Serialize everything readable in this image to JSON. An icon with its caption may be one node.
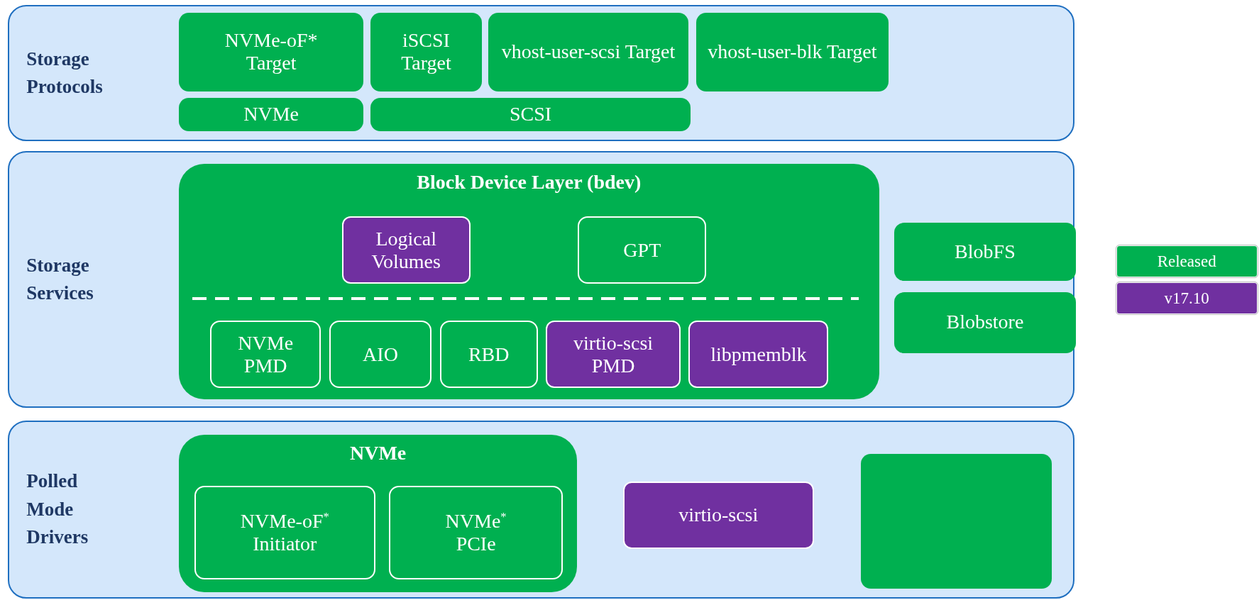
{
  "diagram": {
    "nodes": [
      {
        "text": [
          "Storage Protocols"
        ]
      },
      {
        "text": [
          "NVMe-oF* Target"
        ],
        "in": 0
      },
      {
        "text": [
          "iSCSI Target"
        ],
        "in": 0
      },
      {
        "text": [
          "vhost-user-scsi Target"
        ],
        "in": 0
      },
      {
        "text": [
          "vhost-user-blk Target"
        ],
        "in": 0
      },
      {
        "text": [
          "NVMe"
        ],
        "in": 0
      },
      {
        "text": [
          "SCSI"
        ],
        "in": 0
      },
      {
        "text": [
          "Storage Services"
        ]
      },
      {
        "text": [
          "Block Device Layer (bdev)"
        ],
        "in": 7
      },
      {
        "text": [
          "Logical Volumes"
        ],
        "in": 8
      },
      {
        "text": [
          "GPT"
        ],
        "in": 8
      },
      {
        "text": [
          "NVMe PMD"
        ],
        "in": 8
      },
      {
        "text": [
          "AIO"
        ],
        "in": 8
      },
      {
        "text": [
          "RBD"
        ],
        "in": 8
      },
      {
        "text": [
          "virtio-scsi PMD"
        ],
        "in": 8
      },
      {
        "text": [
          "libpmemblk"
        ],
        "in": 8
      },
      {
        "text": [
          "BlobFS"
        ],
        "in": 7
      },
      {
        "text": [
          "Blobstore"
        ],
        "in": 7
      },
      {
        "text": [
          "Polled Mode Drivers"
        ]
      },
      {
        "text": [
          "NVMe"
        ],
        "in": 18
      },
      {
        "text": [
          "NVMe-oF$^{*}$ Initiator"
        ],
        "in": 19
      },
      {
        "text": [
          "NVMe$^{*}$ PCIe"
        ],
        "in": 19
      },
      {
        "text": [
          "virtio-scsi"
        ],
        "in": 18
      },
      {
        "text": [],
        "shape": "box",
        "in": 18
      }
    ],
    "edges": [],
    "legend": [
      {
        "text": "Released",
        "color": "#00b050"
      },
      {
        "text": "v17.10",
        "color": "#7030a0"
      }
    ]
  }
}
